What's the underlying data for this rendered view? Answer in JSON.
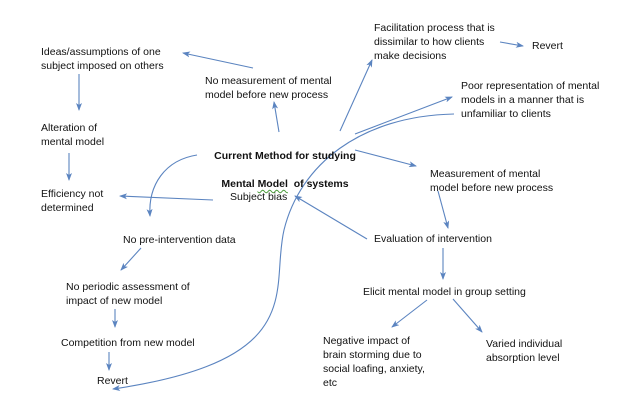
{
  "diagram": {
    "center": {
      "line1": "Current Method for studying",
      "line2_pre": "Mental ",
      "line2_underlined": "Model",
      "line2_post": "  of systems"
    },
    "nodes": {
      "ideas": "Ideas/assumptions of one\nsubject imposed on others",
      "alteration": "Alteration of\nmental model",
      "efficiency": "Efficiency not\ndetermined",
      "no_measurement": "No measurement of mental\nmodel before new process",
      "facilitation": "Facilitation process that is\ndissimilar to how clients\nmake decisions",
      "revert_top": "Revert",
      "poor_representation": "Poor representation of mental\nmodels in a manner that is\nunfamiliar to clients",
      "measurement": "Measurement of mental\nmodel before new process",
      "subject_bias": "Subject bias",
      "evaluation": "Evaluation of intervention",
      "no_pre_intervention": "No pre-intervention data",
      "elicit": "Elicit mental model in group setting",
      "no_periodic": "No periodic assessment of\nimpact of new model",
      "competition": "Competition from new model",
      "revert_bottom": "Revert",
      "negative_impact": "Negative impact of\nbrain storming due to\nsocial loafing, anxiety,\netc",
      "varied": "Varied individual\nabsorption level"
    },
    "colors": {
      "arrow": "#5b84c0",
      "text": "#111111"
    }
  }
}
